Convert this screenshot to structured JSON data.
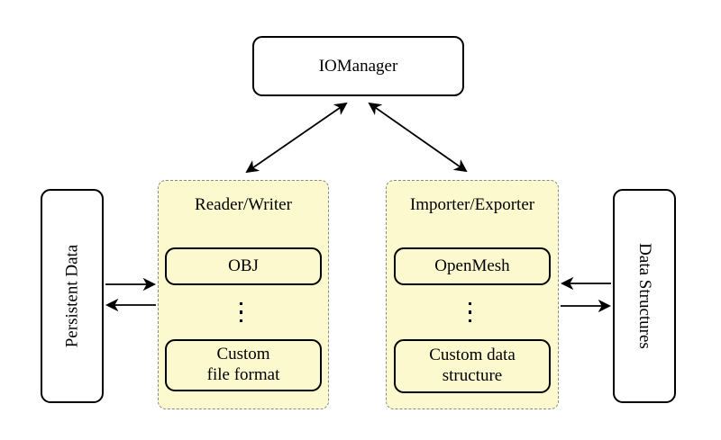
{
  "colors": {
    "background": "#ffffff",
    "container_fill": "#fcf9cf",
    "container_border": "#8a8a8a",
    "node_border": "#000000",
    "arrow": "#000000"
  },
  "nodes": {
    "io_manager": "IOManager",
    "persistent_data": "Persistent Data",
    "data_structures": "Data Structures"
  },
  "groups": [
    {
      "title": "Reader/Writer",
      "top_item": "OBJ",
      "dots": "⋮",
      "bottom_line1": "Custom",
      "bottom_line2": "file format"
    },
    {
      "title": "Importer/Exporter",
      "top_item": "OpenMesh",
      "dots": "⋮",
      "bottom_line1": "Custom data",
      "bottom_line2": "structure"
    }
  ],
  "arrows": [
    {
      "name": "iomanager-readerwriter",
      "double": true
    },
    {
      "name": "iomanager-importerexporter",
      "double": true
    },
    {
      "name": "persistentdata-to-readerwriter",
      "double": false
    },
    {
      "name": "readerwriter-to-persistentdata",
      "double": false
    },
    {
      "name": "datastructures-to-importerexporter",
      "double": false
    },
    {
      "name": "importerexporter-to-datastructures",
      "double": false
    }
  ]
}
